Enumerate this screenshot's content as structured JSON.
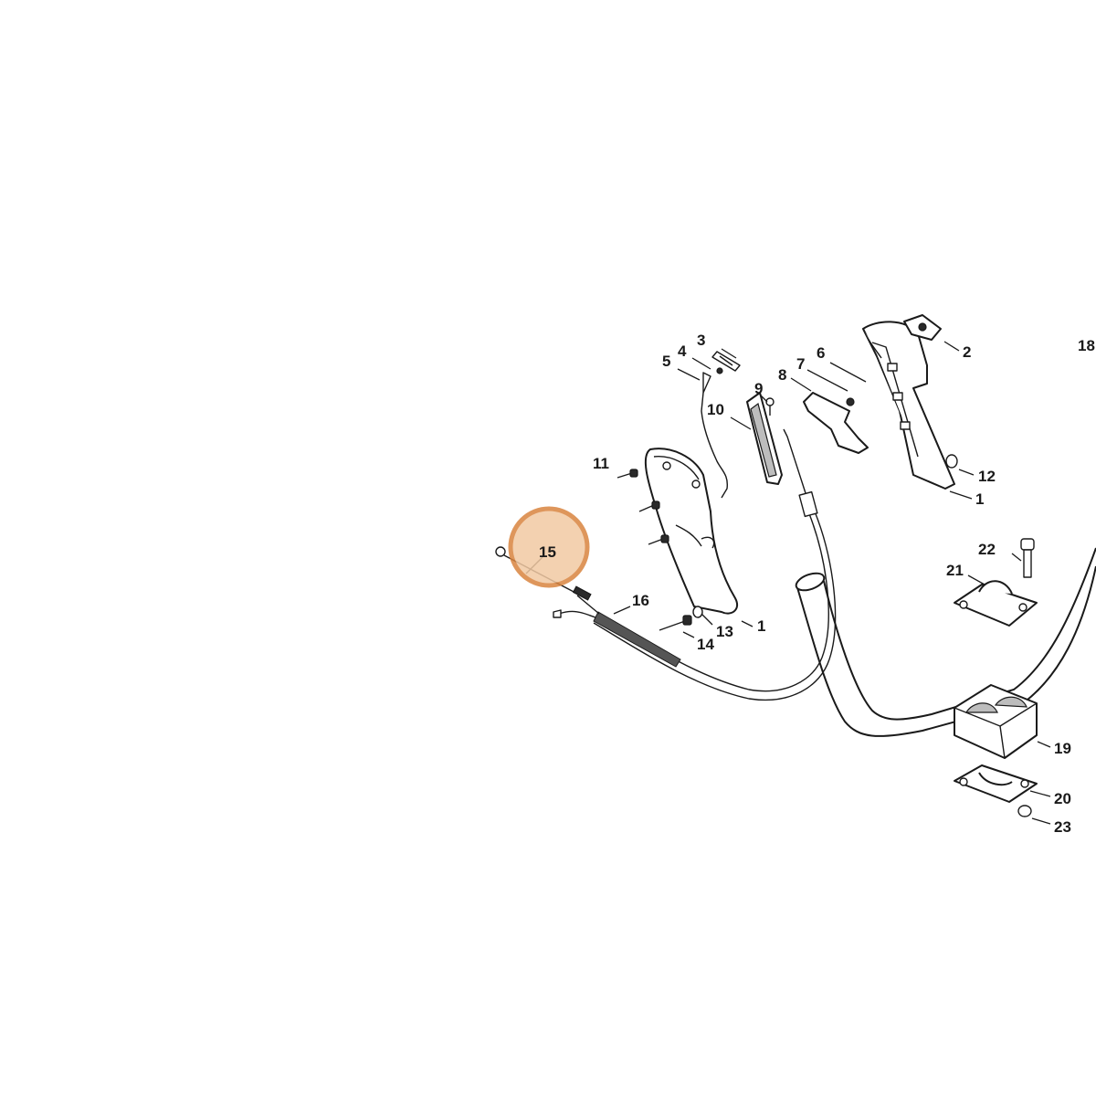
{
  "diagram": {
    "highlight": {
      "label": "15",
      "fill_color": "#f2c9a3",
      "ring_color": "#d9843f"
    },
    "labels": {
      "p1a": "1",
      "p1b": "1",
      "p2": "2",
      "p3": "3",
      "p4": "4",
      "p5": "5",
      "p6": "6",
      "p7": "7",
      "p8": "8",
      "p9": "9",
      "p10": "10",
      "p11": "11",
      "p12": "12",
      "p13": "13",
      "p14": "14",
      "p16": "16",
      "p18": "18",
      "p19": "19",
      "p20": "20",
      "p21": "21",
      "p22": "22",
      "p23": "23"
    }
  }
}
